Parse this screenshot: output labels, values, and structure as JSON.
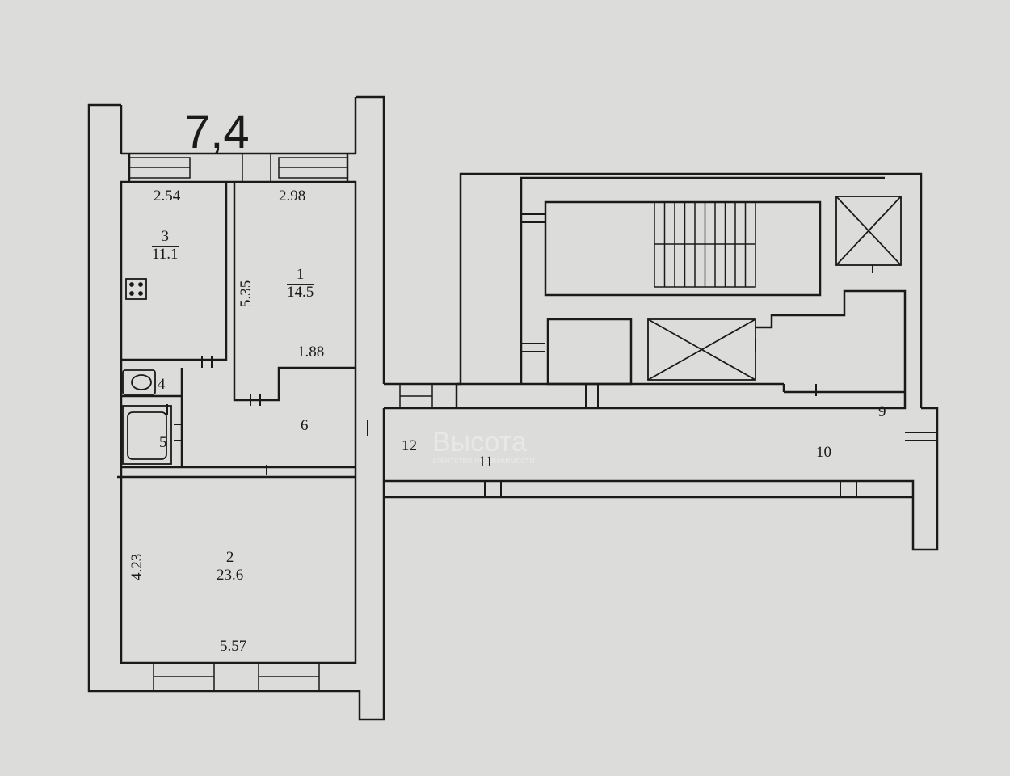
{
  "balcony_area": "7,4",
  "dimensions": {
    "d1": "2.54",
    "d2": "2.98",
    "d3": "5.35",
    "d4": "1.88",
    "d5": "4.23",
    "d6": "5.57"
  },
  "rooms": {
    "r3": {
      "number": "3",
      "area": "11.1"
    },
    "r1": {
      "number": "1",
      "area": "14.5"
    },
    "r2": {
      "number": "2",
      "area": "23.6"
    },
    "r4": "4",
    "r5": "5",
    "r6": "6",
    "r9": "9",
    "r10": "10",
    "r11": "11",
    "r12": "12"
  },
  "watermark": {
    "title": "Высота",
    "subtitle": "агентство недвижимости"
  },
  "colors": {
    "paper": "#dcdcdb",
    "line": "#1a1a1a"
  }
}
